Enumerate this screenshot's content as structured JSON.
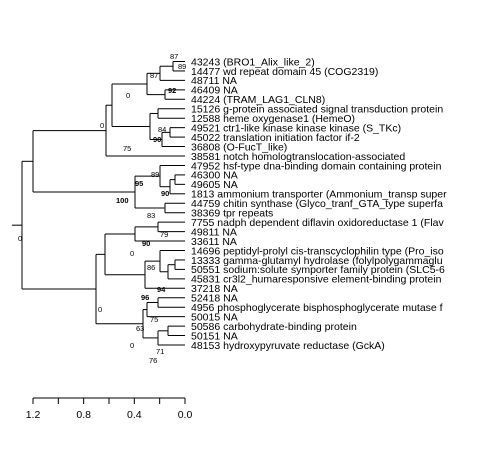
{
  "tree": {
    "leaves": [
      "43243 (BRO1_Alix_like_2)",
      "14477 wd repeat domain 45 (COG2319)",
      "48711 NA",
      "46409 NA",
      "44224 (TRAM_LAG1_CLN8)",
      "15126 g-protein associated signal transduction protein",
      "12588 heme oxygenase1 (HemeO)",
      "49521 ctr1-like kinase kinase kinase (S_TKc)",
      "45022 translation initiation factor if-2",
      "36808 (O-FucT_like)",
      "38581 notch homologtranslocation-associated",
      "47952 hsf-type dna-binding domain containing protein",
      "46300 NA",
      "49605 NA",
      "1813 ammonium transporter (Ammonium_transp super",
      "44759 chitin synthase (Glyco_tranf_GTA_type superfa",
      "38369 tpr repeats",
      "7755 nadph dependent diflavin oxidoreductase 1 (Flav",
      "49811 NA",
      "33611 NA",
      "14696 peptidyl-prolyl cis-transcyclophilin type (Pro_iso",
      "13333 gamma-glutamyl hydrolase (folylpolygammaglu",
      "50551 sodium:solute symporter family protein (SLC5-6",
      "45831 cr3l2_humaresponsive element-binding protein",
      "37218 NA",
      "52418 NA",
      "4956 phosphoglycerate bisphosphoglycerate mutase f",
      "50015 NA",
      "50586 carbohydrate-binding protein",
      "50151 NA",
      "48153 hydroxypyruvate reductase (GckA)"
    ],
    "support_values": [
      "87",
      "89",
      "87",
      "92",
      "0",
      "0",
      "84",
      "90",
      "75",
      "0",
      "89",
      "95",
      "90",
      "100",
      "83",
      "0",
      "0",
      "79",
      "90",
      "0",
      "86",
      "94",
      "96",
      "0",
      "75",
      "63",
      "0",
      "71",
      "76",
      "0",
      "0"
    ],
    "bold_support_values": [
      "92",
      "90",
      "95",
      "90",
      "100",
      "90",
      "94",
      "96"
    ],
    "axis_ticks": [
      "1.2",
      "0.8",
      "0.4",
      "0.0"
    ]
  }
}
